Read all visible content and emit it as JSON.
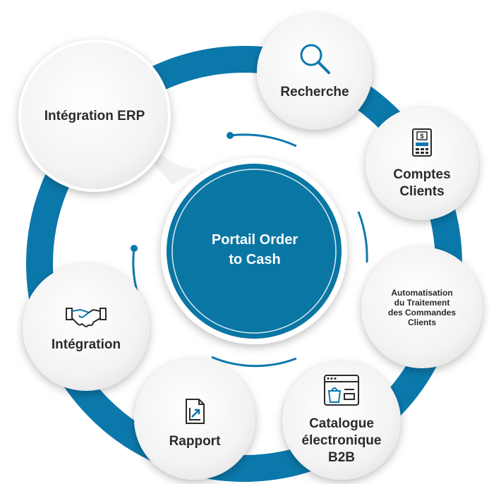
{
  "diagram": {
    "center": {
      "label": "Portail Order\nto Cash"
    },
    "nodes": [
      {
        "id": "erp",
        "label": "Intégration ERP",
        "icon": "none"
      },
      {
        "id": "recherche",
        "label": "Recherche",
        "icon": "magnifier-icon"
      },
      {
        "id": "comptes",
        "label": "Comptes\nClients",
        "icon": "invoice-calculator-icon"
      },
      {
        "id": "automatisation",
        "label": "Automatisation\ndu Traitement\ndes Commandes\nClients",
        "icon": "none"
      },
      {
        "id": "catalogue",
        "label": "Catalogue\nélectronique\nB2B",
        "icon": "web-shop-icon"
      },
      {
        "id": "rapport",
        "label": "Rapport",
        "icon": "report-chart-icon"
      },
      {
        "id": "integration",
        "label": "Intégration",
        "icon": "handshake-icon"
      }
    ],
    "colors": {
      "ring": "#0b78ab",
      "center": "#0a76a4",
      "center_outline": "#ffffff",
      "bubble": "#f2f2f2",
      "bubble_shadow": "#c9c9c9",
      "icon": "#0b78ab",
      "text": "#2b2b2b",
      "connector": "#0b78ab"
    }
  }
}
